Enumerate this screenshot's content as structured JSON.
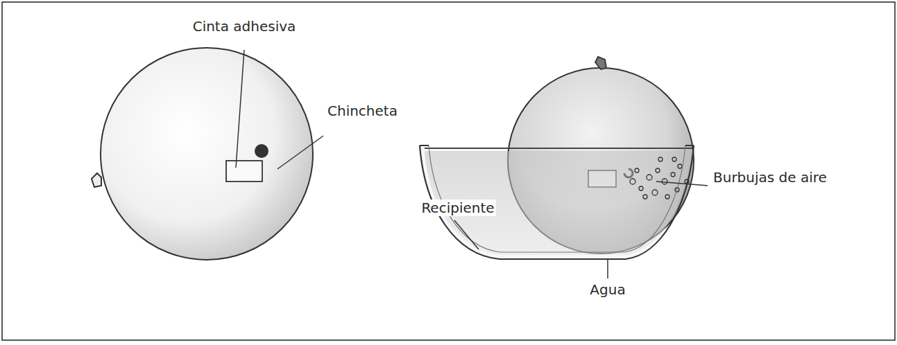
{
  "diagram": {
    "labels": [
      "Cinta adhesiva",
      "Chincheta",
      "Burbujas de aire",
      "Recipiente",
      "Agua"
    ]
  }
}
